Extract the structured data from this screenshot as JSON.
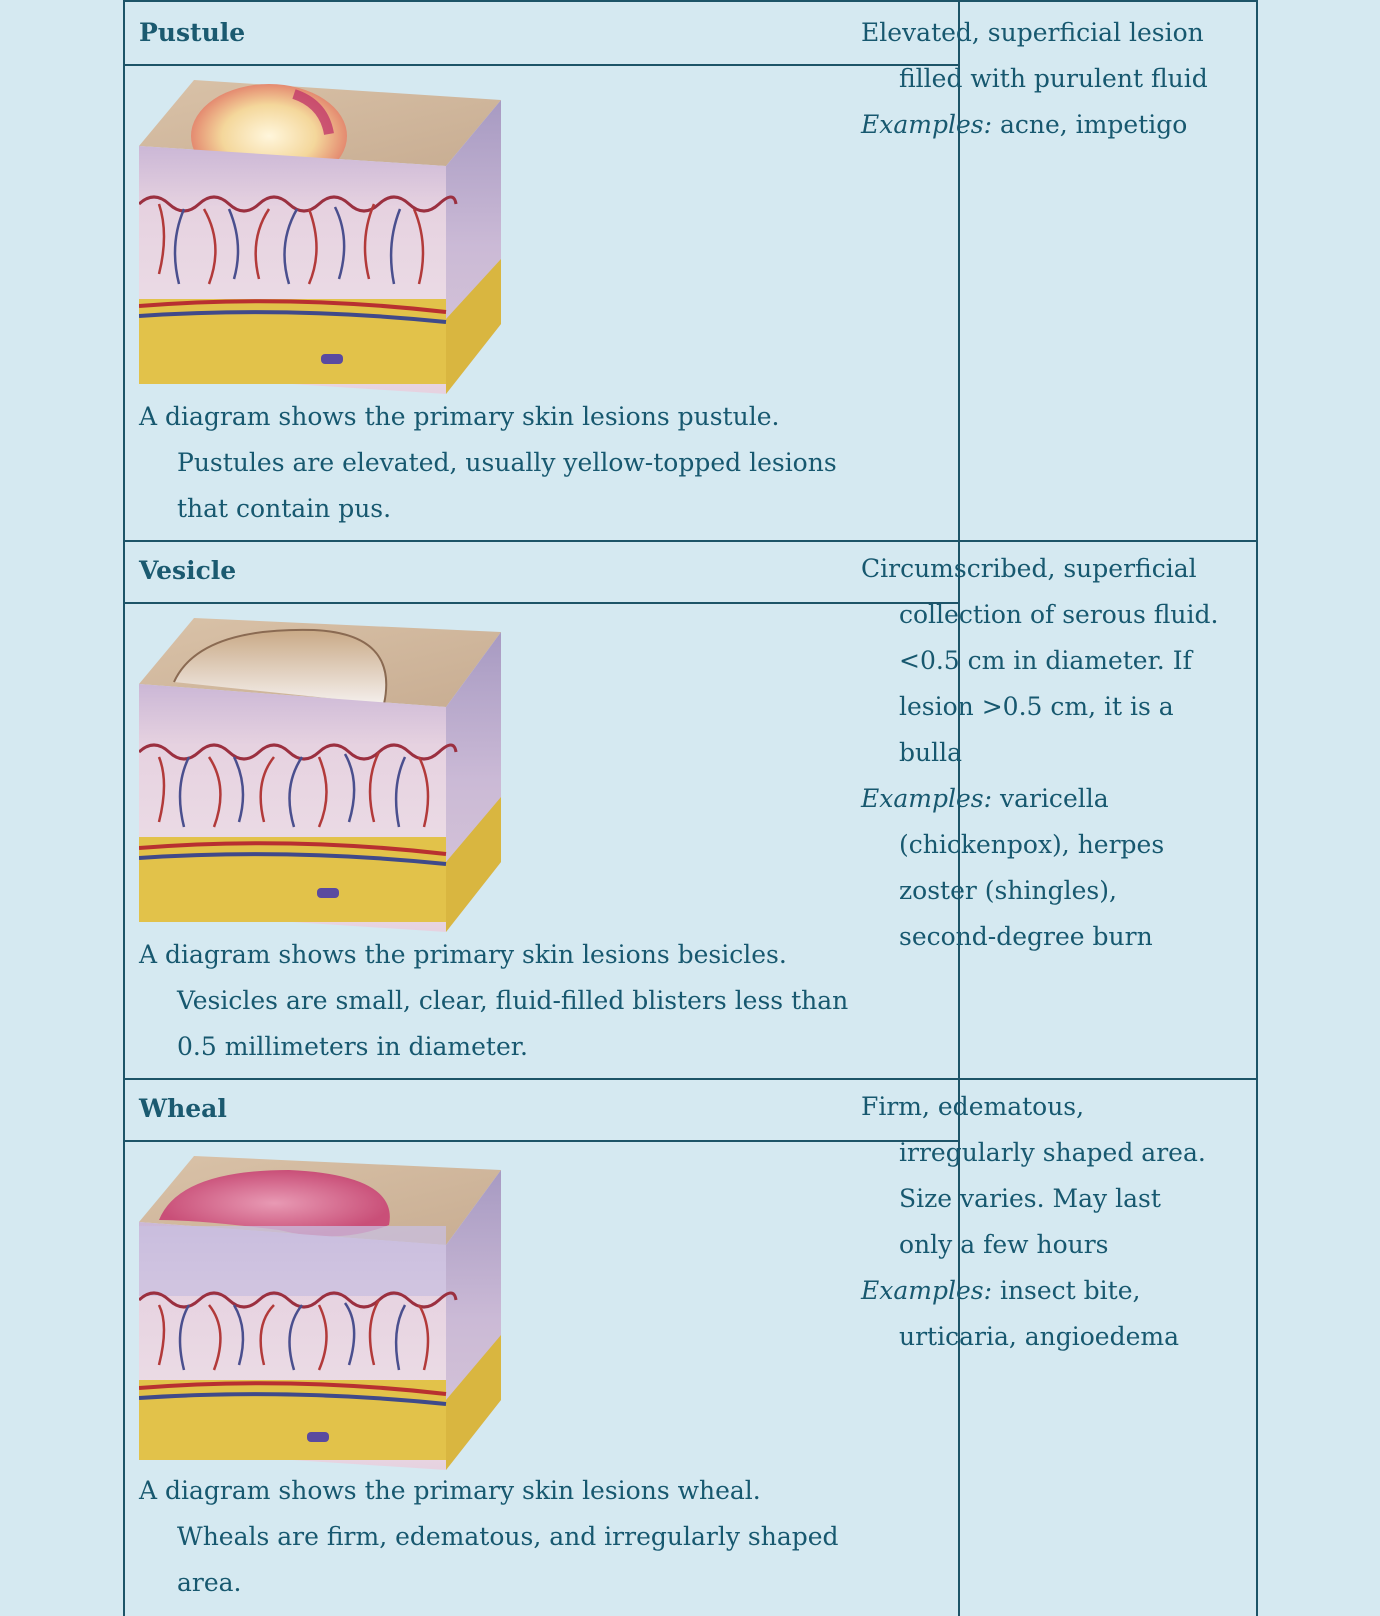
{
  "rows": [
    {
      "title": "Pustule",
      "caption": "A diagram shows the primary skin lesions pustule. Pustules are elevated, usually yellow-topped lesions that contain pus.",
      "description": "Elevated, superficial lesion filled with purulent fluid",
      "examples_label": "Examples:",
      "examples": " acne, impetigo"
    },
    {
      "title": "Vesicle",
      "caption": "A diagram shows the primary skin lesions besicles. Vesicles are small, clear, fluid-filled blisters less than 0.5 millimeters in diameter.",
      "description": "Circumscribed, superficial collection of serous fluid. <0.5 cm in diameter. If lesion >0.5 cm, it is a bulla",
      "examples_label": "Examples:",
      "examples": " varicella (chickenpox), herpes zoster (shingles), second-degree burn"
    },
    {
      "title": "Wheal",
      "caption": "A diagram shows the primary skin lesions wheal. Wheals are firm, edematous, and irregularly shaped area.",
      "description": "Firm, edematous, irregularly shaped area. Size varies. May last only a few hours",
      "examples_label": "Examples:",
      "examples": " insect bite, urticaria, angioedema"
    }
  ],
  "colors": {
    "background": "#d5e9f1",
    "border": "#1d5468",
    "text": "#17586f"
  }
}
